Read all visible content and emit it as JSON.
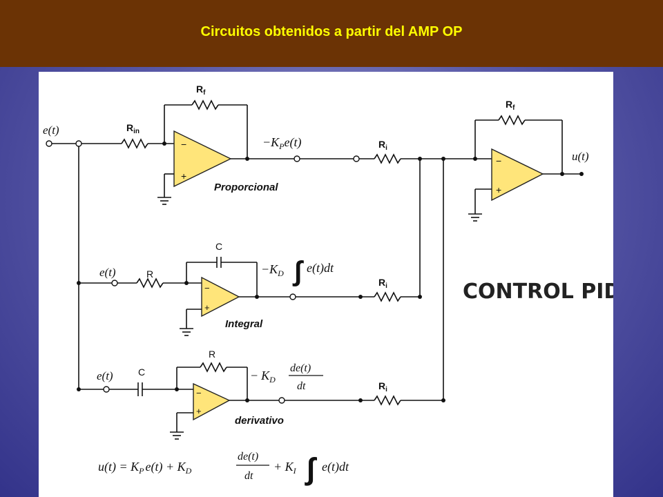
{
  "header": {
    "title": "Circuitos obtenidos a partir del AMP OP",
    "title_color": "#ffff00",
    "bg_color": "#6b3305"
  },
  "diagram": {
    "control_label": "CONTROL PID",
    "stages": {
      "proportional": "Proporcional",
      "integral": "Integral",
      "derivative": "derivativo"
    },
    "components": {
      "r_f": "R",
      "r_f_sub": "f",
      "r_in": "R",
      "r_in_sub": "in",
      "r_i": "R",
      "r_i_sub": "i",
      "r": "R",
      "c": "C"
    },
    "signals": {
      "input": "e(t)",
      "output": "u(t)",
      "minus": "−",
      "kp": "K",
      "kp_sub": "P",
      "kp_term": "e(t)",
      "kd": "K",
      "kd_sub": "D",
      "int_term": "e(t)dt",
      "deriv_num": "de(t)",
      "deriv_den": "dt",
      "integral_sign": "∫",
      "plus": "+"
    },
    "opamp_minus": "−",
    "opamp_plus": "+",
    "equation": {
      "lhs": "u(t) = K",
      "kp_sub": "P",
      "part1": "e(t) + K",
      "kd_sub": "D",
      "num": "de(t)",
      "den": "dt",
      "part2": "+ K",
      "ki_sub": "I",
      "integral": "∫",
      "part3": "e(t)dt"
    }
  }
}
